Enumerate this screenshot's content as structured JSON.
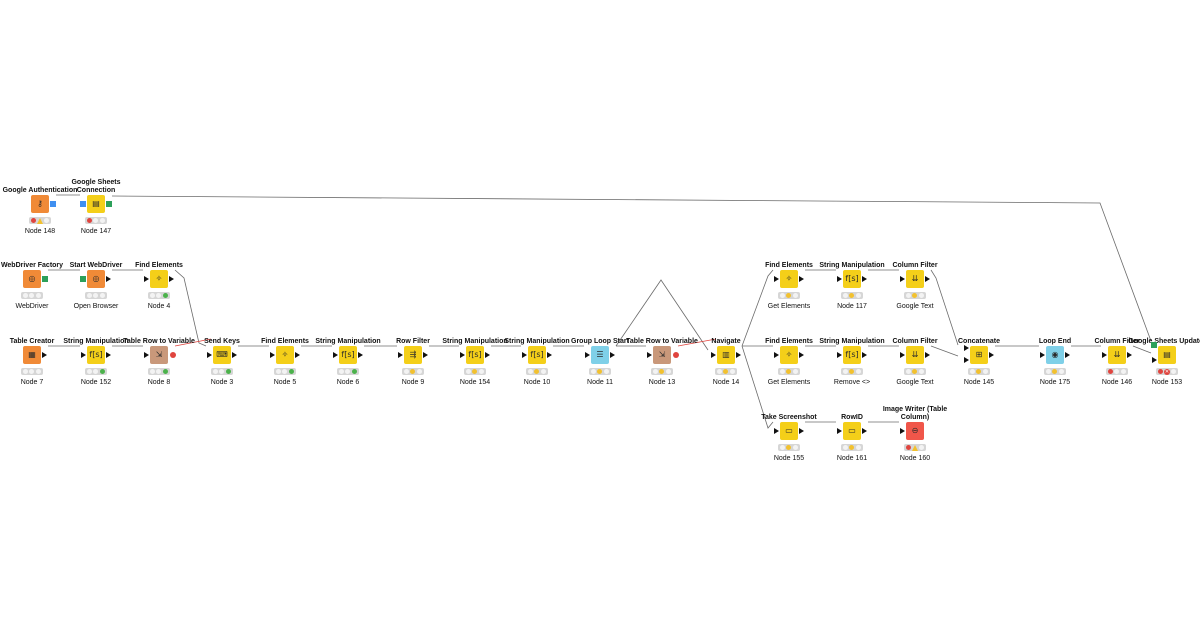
{
  "workflow": {
    "nodes": [
      {
        "id": "n148",
        "title": "Google Authentication",
        "label": "Node 148",
        "color": "#f08a37",
        "icon": "key-icon",
        "glyph": "⚷",
        "lights": [
          "red",
          "warn",
          "off"
        ],
        "inports": [],
        "outports": [
          "blue-square"
        ]
      },
      {
        "id": "n147",
        "title": "Google Sheets Connection",
        "label": "Node 147",
        "color": "#f4cf19",
        "icon": "sheet-icon",
        "glyph": "▤",
        "lights": [
          "red",
          "off",
          "off"
        ],
        "inports": [
          "blue-square"
        ],
        "outports": [
          "green-square"
        ]
      },
      {
        "id": "wdf",
        "title": "WebDriver Factory",
        "label": "WebDriver",
        "color": "#f08a37",
        "icon": "compass-icon",
        "glyph": "◎",
        "lights": [
          "off",
          "off",
          "off"
        ],
        "inports": [],
        "outports": [
          "green-square"
        ]
      },
      {
        "id": "swd",
        "title": "Start WebDriver",
        "label": "Open Browser",
        "color": "#f08a37",
        "icon": "compass-icon",
        "glyph": "◎",
        "lights": [
          "off",
          "off",
          "off"
        ],
        "inports": [
          "green-square"
        ],
        "outports": [
          "triangle"
        ]
      },
      {
        "id": "n4",
        "title": "Find Elements",
        "label": "Node 4",
        "color": "#f4cf19",
        "icon": "find-icon",
        "glyph": "✧",
        "lights": [
          "off",
          "off",
          "green"
        ],
        "inports": [
          "triangle"
        ],
        "outports": [
          "triangle"
        ]
      },
      {
        "id": "n7",
        "title": "Table Creator",
        "label": "Node 7",
        "color": "#f08a37",
        "icon": "table-icon",
        "glyph": "▦",
        "lights": [
          "off",
          "off",
          "off"
        ],
        "inports": [],
        "outports": [
          "triangle"
        ]
      },
      {
        "id": "n152",
        "title": "String Manipulation",
        "label": "Node 152",
        "color": "#f4cf19",
        "icon": "string-icon",
        "glyph": "f[s]",
        "lights": [
          "off",
          "off",
          "green"
        ],
        "inports": [
          "triangle"
        ],
        "outports": [
          "triangle"
        ]
      },
      {
        "id": "n8",
        "title": "Table Row to Variable",
        "label": "Node 8",
        "color": "#c9987a",
        "icon": "row-to-var-icon",
        "glyph": "⇲",
        "lights": [
          "off",
          "off",
          "green"
        ],
        "inports": [
          "triangle"
        ],
        "outports": [
          "red-circle"
        ]
      },
      {
        "id": "n3",
        "title": "Send Keys",
        "label": "Node 3",
        "color": "#f4cf19",
        "icon": "keyboard-icon",
        "glyph": "⌨",
        "lights": [
          "off",
          "off",
          "green"
        ],
        "inports": [
          "triangle"
        ],
        "outports": [
          "triangle"
        ]
      },
      {
        "id": "n5",
        "title": "Find Elements",
        "label": "Node 5",
        "color": "#f4cf19",
        "icon": "find-icon",
        "glyph": "✧",
        "lights": [
          "off",
          "off",
          "green"
        ],
        "inports": [
          "triangle"
        ],
        "outports": [
          "triangle"
        ]
      },
      {
        "id": "n6",
        "title": "String Manipulation",
        "label": "Node 6",
        "color": "#f4cf19",
        "icon": "string-icon",
        "glyph": "f[s]",
        "lights": [
          "off",
          "off",
          "green"
        ],
        "inports": [
          "triangle"
        ],
        "outports": [
          "triangle"
        ]
      },
      {
        "id": "n9",
        "title": "Row Filter",
        "label": "Node 9",
        "color": "#f4cf19",
        "icon": "filter-icon",
        "glyph": "⇶",
        "lights": [
          "off",
          "yellow",
          "off"
        ],
        "inports": [
          "triangle"
        ],
        "outports": [
          "triangle"
        ]
      },
      {
        "id": "n154",
        "title": "String Manipulation",
        "label": "Node 154",
        "color": "#f4cf19",
        "icon": "string-icon",
        "glyph": "f[s]",
        "lights": [
          "off",
          "yellow",
          "off"
        ],
        "inports": [
          "triangle"
        ],
        "outports": [
          "triangle"
        ]
      },
      {
        "id": "n10",
        "title": "String Manipulation",
        "label": "Node 10",
        "color": "#f4cf19",
        "icon": "string-icon",
        "glyph": "f[s]",
        "lights": [
          "off",
          "yellow",
          "off"
        ],
        "inports": [
          "triangle"
        ],
        "outports": [
          "triangle"
        ]
      },
      {
        "id": "n11",
        "title": "Group Loop Start",
        "label": "Node 11",
        "color": "#7fd0e8",
        "icon": "loop-start-icon",
        "glyph": "☰",
        "lights": [
          "off",
          "yellow",
          "off"
        ],
        "inports": [
          "triangle"
        ],
        "outports": [
          "triangle"
        ]
      },
      {
        "id": "n13",
        "title": "Table Row to Variable",
        "label": "Node 13",
        "color": "#c9987a",
        "icon": "row-to-var-icon",
        "glyph": "⇲",
        "lights": [
          "off",
          "yellow",
          "off"
        ],
        "inports": [
          "triangle"
        ],
        "outports": [
          "red-circle"
        ]
      },
      {
        "id": "n14",
        "title": "Navigate",
        "label": "Node 14",
        "color": "#f4cf19",
        "icon": "navigate-icon",
        "glyph": "▥",
        "lights": [
          "off",
          "yellow",
          "off"
        ],
        "inports": [
          "triangle"
        ],
        "outports": [
          "triangle"
        ]
      },
      {
        "id": "ge1",
        "title": "Find Elements",
        "label": "Get Elements",
        "color": "#f4cf19",
        "icon": "find-icon",
        "glyph": "✧",
        "lights": [
          "off",
          "yellow",
          "off"
        ],
        "inports": [
          "triangle"
        ],
        "outports": [
          "triangle"
        ]
      },
      {
        "id": "n117",
        "title": "String Manipulation",
        "label": "Node 117",
        "color": "#f4cf19",
        "icon": "string-icon",
        "glyph": "f[s]",
        "lights": [
          "off",
          "yellow",
          "off"
        ],
        "inports": [
          "triangle"
        ],
        "outports": [
          "triangle"
        ]
      },
      {
        "id": "gt1",
        "title": "Column Filter",
        "label": "Google Text",
        "color": "#f4cf19",
        "icon": "column-filter-icon",
        "glyph": "⇊",
        "lights": [
          "off",
          "yellow",
          "off"
        ],
        "inports": [
          "triangle"
        ],
        "outports": [
          "triangle"
        ]
      },
      {
        "id": "ge2",
        "title": "Find Elements",
        "label": "Get Elements",
        "color": "#f4cf19",
        "icon": "find-icon",
        "glyph": "✧",
        "lights": [
          "off",
          "yellow",
          "off"
        ],
        "inports": [
          "triangle"
        ],
        "outports": [
          "triangle"
        ]
      },
      {
        "id": "rm",
        "title": "String Manipulation",
        "label": "Remove <>",
        "color": "#f4cf19",
        "icon": "string-icon",
        "glyph": "f[s]",
        "lights": [
          "off",
          "yellow",
          "off"
        ],
        "inports": [
          "triangle"
        ],
        "outports": [
          "triangle"
        ]
      },
      {
        "id": "gt2",
        "title": "Column Filter",
        "label": "Google Text",
        "color": "#f4cf19",
        "icon": "column-filter-icon",
        "glyph": "⇊",
        "lights": [
          "off",
          "yellow",
          "off"
        ],
        "inports": [
          "triangle"
        ],
        "outports": [
          "triangle"
        ]
      },
      {
        "id": "n145",
        "title": "Concatenate",
        "label": "Node 145",
        "color": "#f4cf19",
        "icon": "concatenate-icon",
        "glyph": "⊞",
        "lights": [
          "off",
          "yellow",
          "off"
        ],
        "inports": [
          "triangle",
          "triangle"
        ],
        "outports": [
          "triangle"
        ]
      },
      {
        "id": "n175",
        "title": "Loop End",
        "label": "Node 175",
        "color": "#7fd0e8",
        "icon": "loop-end-icon",
        "glyph": "◉",
        "lights": [
          "off",
          "yellow",
          "off"
        ],
        "inports": [
          "triangle"
        ],
        "outports": [
          "triangle"
        ]
      },
      {
        "id": "n146",
        "title": "Column Filter",
        "label": "Node 146",
        "color": "#f4cf19",
        "icon": "column-filter-icon",
        "glyph": "⇊",
        "lights": [
          "red",
          "off",
          "off"
        ],
        "inports": [
          "triangle"
        ],
        "outports": [
          "triangle"
        ]
      },
      {
        "id": "n153",
        "title": "Google Sheets Updater",
        "label": "Node 153",
        "color": "#f4cf19",
        "icon": "sheet-updater-icon",
        "glyph": "▤",
        "lights": [
          "red",
          "error",
          "off"
        ],
        "inports": [
          "green-square",
          "triangle"
        ],
        "outports": []
      },
      {
        "id": "n155",
        "title": "Take Screenshot",
        "label": "Node 155",
        "color": "#f4cf19",
        "icon": "screenshot-icon",
        "glyph": "▭",
        "lights": [
          "off",
          "yellow",
          "off"
        ],
        "inports": [
          "triangle"
        ],
        "outports": [
          "triangle"
        ]
      },
      {
        "id": "n161",
        "title": "RowID",
        "label": "Node 161",
        "color": "#f4cf19",
        "icon": "rowid-icon",
        "glyph": "▭",
        "lights": [
          "off",
          "yellow",
          "off"
        ],
        "inports": [
          "triangle"
        ],
        "outports": [
          "triangle"
        ]
      },
      {
        "id": "n160",
        "title": "Image Writer (Table Column)",
        "label": "Node 160",
        "color": "#f0564a",
        "icon": "image-writer-icon",
        "glyph": "⊖",
        "lights": [
          "red",
          "warn",
          "off"
        ],
        "inports": [
          "triangle"
        ],
        "outports": []
      }
    ]
  },
  "colors": {
    "red": "#e0443e",
    "yellow": "#f2c12e",
    "green": "#4bb24b",
    "off": "#f3f3f3",
    "blue": "#3f8ff0",
    "port_green": "#2ca05a",
    "variable_link": "#e0443e",
    "data_link": "#6b6b6b"
  }
}
